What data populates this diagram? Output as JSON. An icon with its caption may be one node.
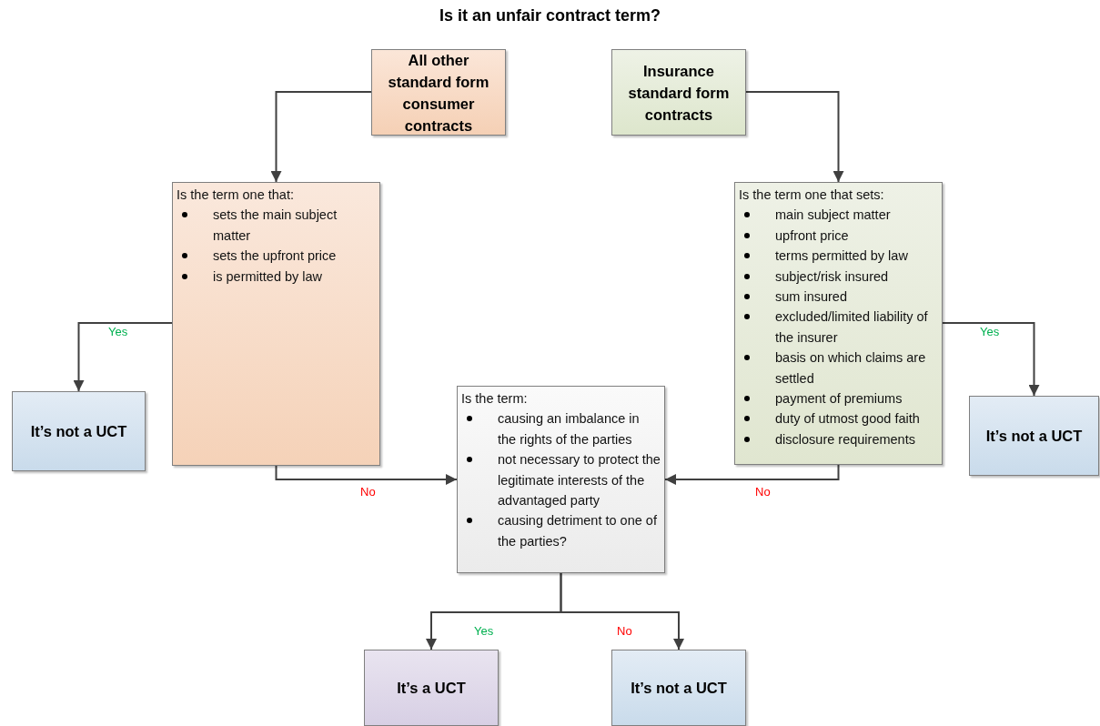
{
  "diagram": {
    "title": "Is it an unfair contract term?",
    "nodes": [
      {
        "text": [
          "All other standard form consumer contracts"
        ]
      },
      {
        "text": [
          "Insurance standard form contracts"
        ]
      },
      {
        "text": [
          "Is the term one that:",
          "sets the main subject matter",
          "sets the upfront price",
          "is permitted by law"
        ]
      },
      {
        "text": [
          "Is the term one that sets:",
          "main subject matter",
          "upfront price",
          "terms permitted by law",
          "subject/risk insured",
          "sum insured",
          "excluded/limited liability of the insurer",
          "basis on which claims are settled",
          "payment of premiums",
          "duty of utmost good faith",
          "disclosure requirements"
        ]
      },
      {
        "text": [
          "It’s not a UCT"
        ]
      },
      {
        "text": [
          "It’s not a UCT"
        ]
      },
      {
        "text": [
          "Is the term:",
          "causing an imbalance in the rights of the parties",
          "not necessary to protect the legitimate interests of the advantaged party",
          "causing detriment to one of the parties?"
        ]
      },
      {
        "text": [
          "It’s a UCT"
        ]
      },
      {
        "text": [
          "It’s not a UCT"
        ]
      }
    ],
    "edges": [
      {
        "from": 0,
        "to": 2,
        "arrow": "to"
      },
      {
        "from": 1,
        "to": 3,
        "arrow": "to"
      },
      {
        "from": 2,
        "to": 4,
        "arrow": "to",
        "label": "Yes"
      },
      {
        "from": 3,
        "to": 5,
        "arrow": "to",
        "label": "Yes"
      },
      {
        "from": 2,
        "to": 6,
        "arrow": "to",
        "label": "No"
      },
      {
        "from": 3,
        "to": 6,
        "arrow": "to",
        "label": "No"
      },
      {
        "from": 6,
        "to": 7,
        "arrow": "to",
        "label": "Yes"
      },
      {
        "from": 6,
        "to": 8,
        "arrow": "to",
        "label": "No"
      }
    ]
  }
}
